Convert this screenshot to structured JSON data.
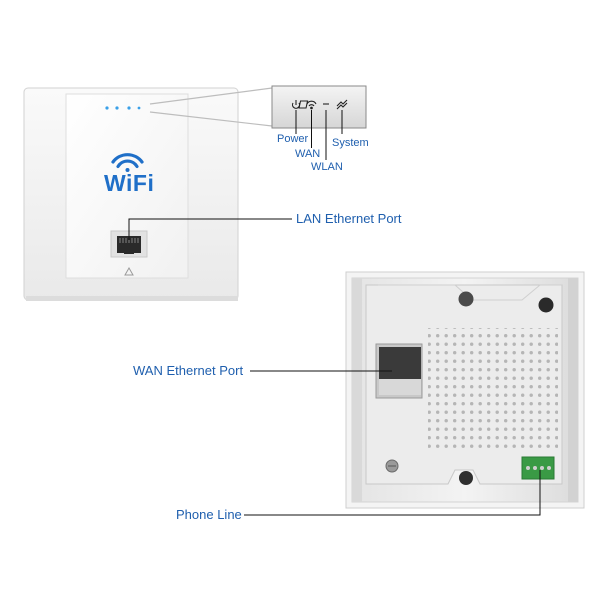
{
  "logo": {
    "text": "WiFi"
  },
  "indicator_labels": {
    "power": "Power",
    "wan": "WAN",
    "wlan": "WLAN",
    "system": "System"
  },
  "callouts": {
    "lan_port": "LAN Ethernet Port",
    "wan_port": "WAN Ethernet Port",
    "phone_line": "Phone Line"
  },
  "colors": {
    "label": "#1f5fae",
    "logo": "#1f6fc8",
    "terminal": "#3a9a45"
  },
  "icons": [
    "power-icon",
    "wan-icon",
    "wlan-icon",
    "system-icon"
  ]
}
